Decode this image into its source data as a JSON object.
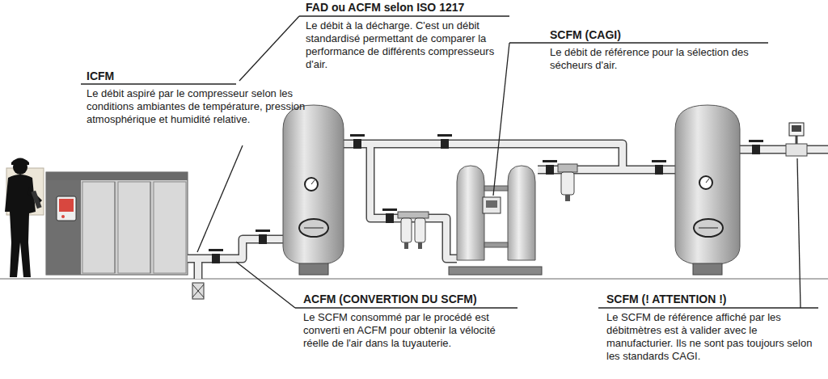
{
  "diagram": {
    "labels": [
      "ICFM",
      "Le débit aspiré par le compresseur selon les conditions ambiantes de température, pression atmosphérique et humidité relative.",
      "FAD ou ACFM selon ISO 1217",
      "Le débit à la décharge. C'est un débit standardisé permettant de comparer la performance de différents compresseurs d'air.",
      "SCFM (CAGI)",
      "Le débit de référence pour la sélection des sécheurs d'air.",
      "ACFM (CONVERTION DU SCFM)",
      "Le SCFM consommé par le procédé est converti en ACFM pour obtenir la vélocité réelle de l'air dans la tuyauterie.",
      "SCFM  (! ATTENTION !)",
      "Le SCFM de référence affiché par les débitmètres est à valider avec le manufacturier. Ils ne sont pas toujours selon les standards CAGI."
    ]
  }
}
